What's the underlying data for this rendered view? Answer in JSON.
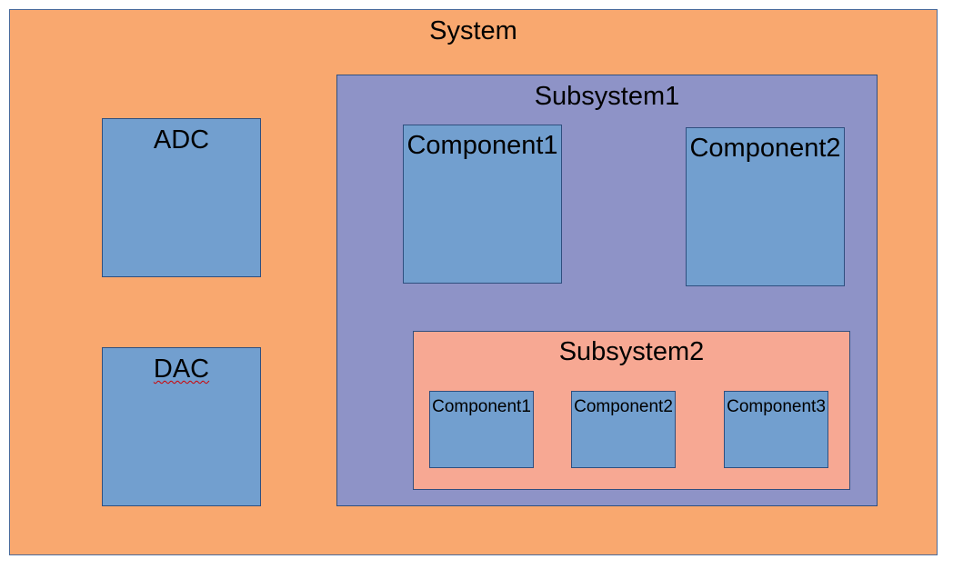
{
  "system": {
    "label": "System",
    "adc": {
      "label": "ADC"
    },
    "dac": {
      "label": "DAC"
    },
    "subsystem1": {
      "label": "Subsystem1",
      "component1": {
        "label": "Component1"
      },
      "component2": {
        "label": "Component2"
      },
      "subsystem2": {
        "label": "Subsystem2",
        "component1": {
          "label": "Component1"
        },
        "component2": {
          "label": "Component2"
        },
        "component3": {
          "label": "Component3"
        }
      }
    }
  },
  "colors": {
    "system_fill": "#f9a86f",
    "subsystem1_fill": "#8e93c7",
    "subsystem2_fill": "#f7a893",
    "component_fill": "#729fcf",
    "border": "#2f4f7f"
  }
}
